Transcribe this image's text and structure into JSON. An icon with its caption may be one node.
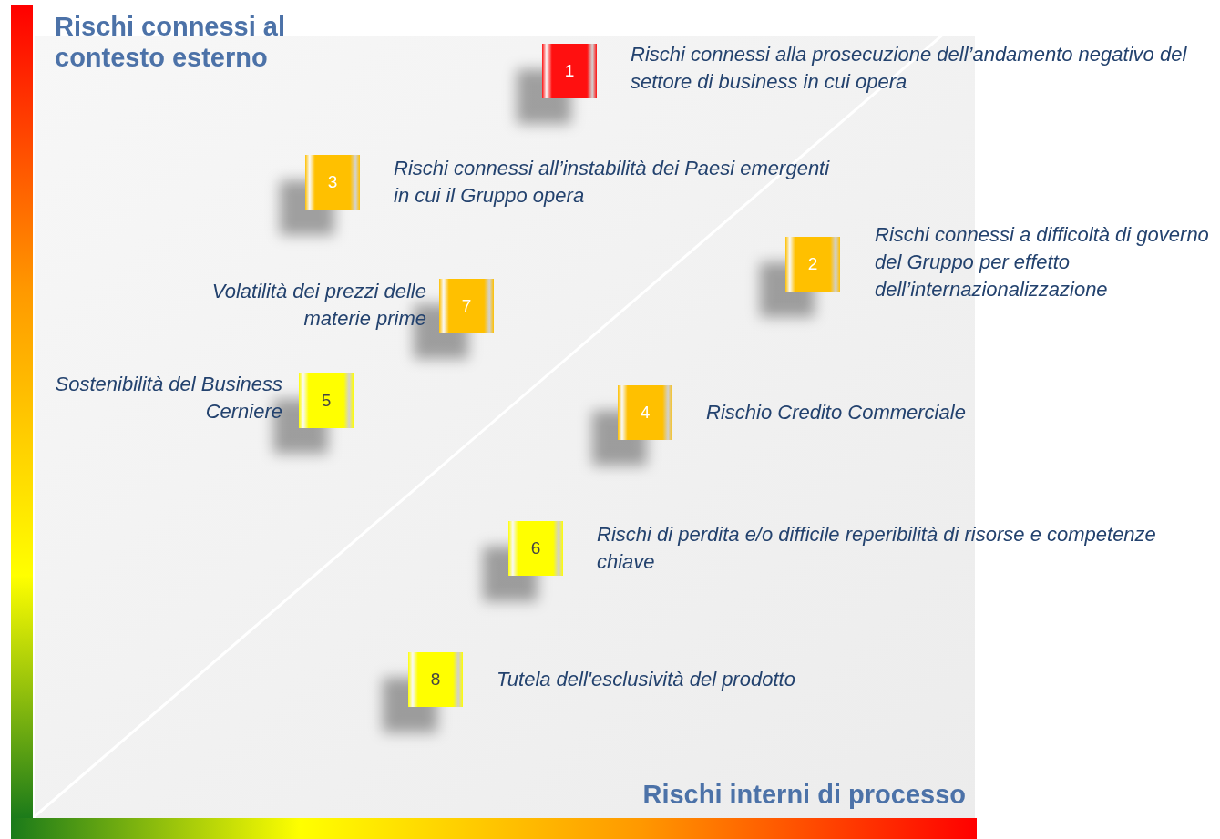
{
  "diagram": {
    "nodes": [
      {
        "text": [
          "1"
        ],
        "beside": [
          "Rischi connessi alla prosecuzione dell’andamento negativo del settore di business in cui opera"
        ]
      },
      {
        "text": [
          "3"
        ],
        "beside": [
          "Rischi connessi all’instabilità dei Paesi emergenti in cui il Gruppo opera"
        ]
      },
      {
        "text": [
          "2"
        ],
        "beside": [
          "Rischi connessi a difficoltà di governo del Gruppo per effetto dell’internazionalizzazione"
        ]
      },
      {
        "text": [
          "7"
        ],
        "beside": [
          "Volatilità dei prezzi delle materie prime"
        ]
      },
      {
        "text": [
          "5"
        ],
        "beside": [
          "Sostenibilità del Business Cerniere"
        ]
      },
      {
        "text": [
          "4"
        ],
        "beside": [
          "Rischio Credito Commerciale"
        ]
      },
      {
        "text": [
          "6"
        ],
        "beside": [
          "Rischi di perdita e/o difficile reperibilità di risorse e competenze chiave"
        ]
      },
      {
        "text": [
          "8"
        ],
        "beside": [
          "Tutela dell'esclusività del prodotto"
        ]
      }
    ],
    "edges": [],
    "labels": [
      "Rischi connessi al contesto esterno",
      "Rischi interni di processo"
    ]
  }
}
